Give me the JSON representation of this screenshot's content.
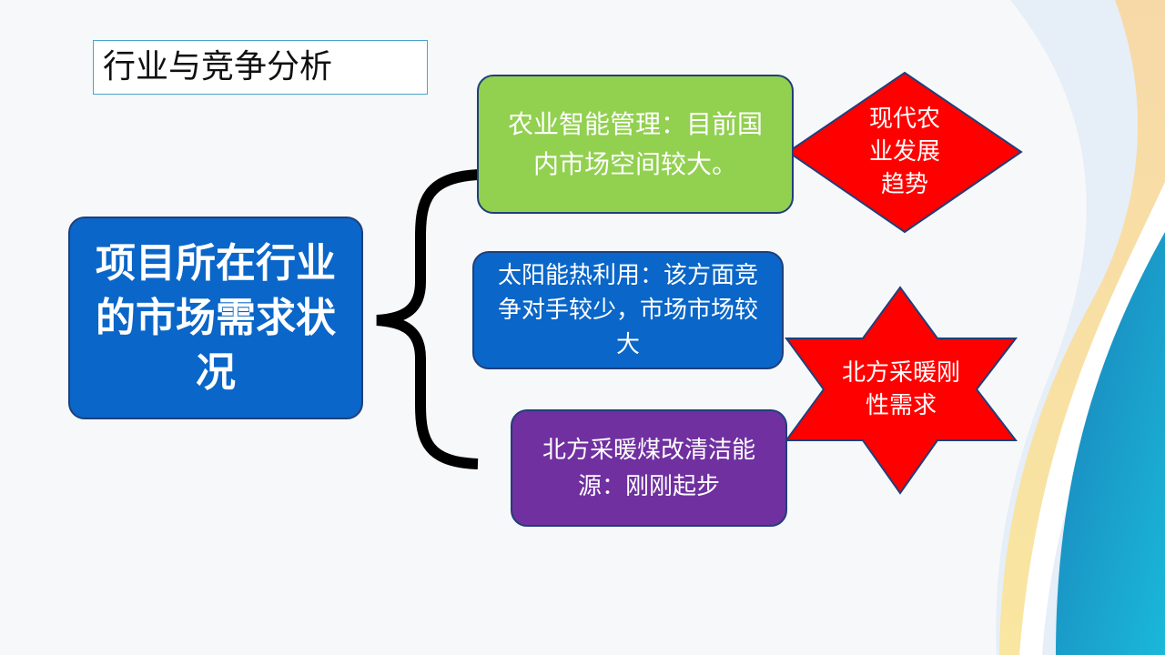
{
  "slide": {
    "title": "行业与竞争分析",
    "main_topic": "项目所在行业的市场需求状况",
    "branches": [
      {
        "text": "农业智能管理：目前国内市场空间较大。",
        "color": "#92d050"
      },
      {
        "text": "太阳能热利用：该方面竞争对手较少，市场市场较大",
        "color": "#0a66c8"
      },
      {
        "text": "北方采暖煤改清洁能源：刚刚起步",
        "color": "#7030a0"
      }
    ],
    "callouts": [
      {
        "text": "现代农业发展趋势",
        "shape": "diamond",
        "color": "#ff0000"
      },
      {
        "text": "北方采暖刚性需求",
        "shape": "six-point-star",
        "color": "#ff0000"
      }
    ]
  }
}
